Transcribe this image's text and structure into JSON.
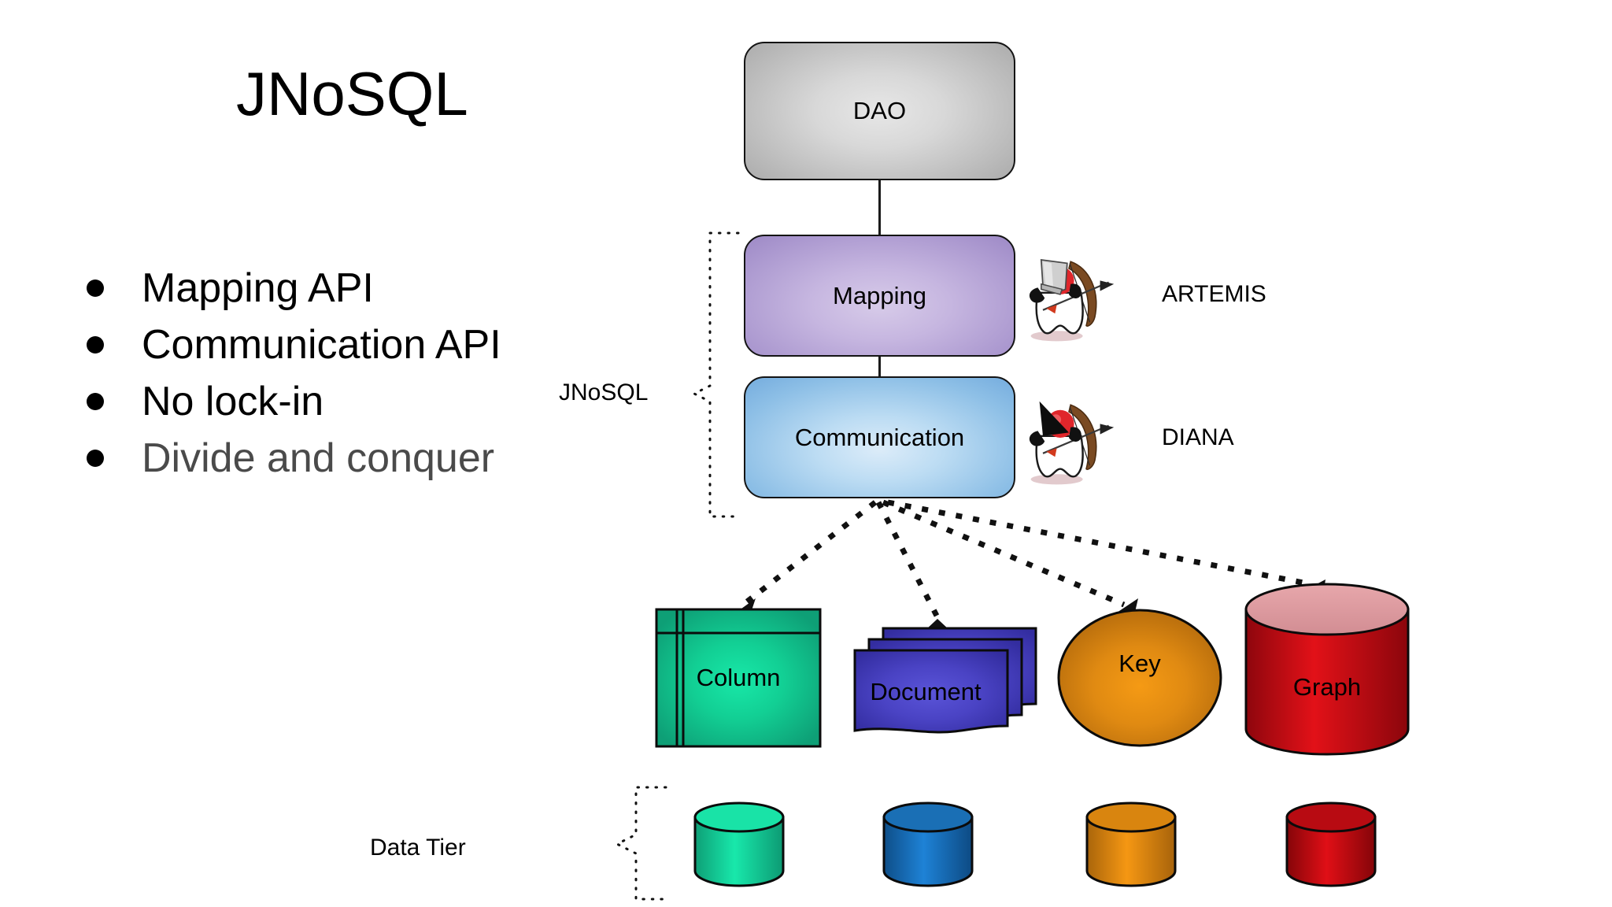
{
  "slide": {
    "title": "JNoSQL",
    "bullets": [
      {
        "label": "Mapping API",
        "dim": false
      },
      {
        "label": "Communication API",
        "dim": false
      },
      {
        "label": "No lock-in",
        "dim": false
      },
      {
        "label": "Divide and conquer",
        "dim": true
      }
    ]
  },
  "diagram": {
    "nodes": {
      "dao": {
        "label": "DAO",
        "color": "#c0c0c0"
      },
      "mapping": {
        "label": "Mapping",
        "color": "#b6a4d8"
      },
      "communication": {
        "label": "Communication",
        "color": "#8dbfe6"
      }
    },
    "badges": [
      {
        "label": "ARTEMIS",
        "icon": "duke-archer-helmet-icon"
      },
      {
        "label": "DIANA",
        "icon": "duke-archer-hat-icon"
      }
    ],
    "brackets": [
      {
        "label": "JNoSQL",
        "name": "jnosql-bracket"
      },
      {
        "label": "Data Tier",
        "name": "data-tier-bracket"
      }
    ],
    "stores": [
      {
        "label": "Column",
        "shape": "table",
        "color": "#10b98a",
        "cylinder_color": "#13c292"
      },
      {
        "label": "Document",
        "shape": "pages",
        "color": "#4540b8",
        "cylinder_color": "#1667b8"
      },
      {
        "label": "Key",
        "shape": "ellipse",
        "color": "#e08a12",
        "cylinder_color": "#e08a12"
      },
      {
        "label": "Graph",
        "shape": "cylinder",
        "color": "#c40d15",
        "cylinder_color": "#c40d15"
      }
    ]
  }
}
